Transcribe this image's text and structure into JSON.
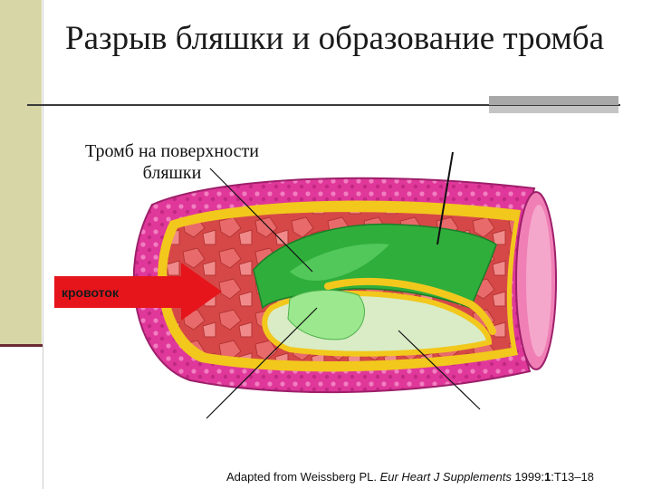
{
  "slide": {
    "title": "Разрыв бляшки и образование тромба",
    "label_thrombus": "Тромб на поверхности бляшки",
    "label_blood_flow": "кровоток",
    "faint_label_lumen": "",
    "faint_label_bottom_left": "",
    "faint_label_bottom_right": "",
    "citation": {
      "prefix": "Adapted from Weissberg PL. ",
      "journal": "Eur Heart J Supplements",
      "year": " 1999:",
      "volume": "1",
      "pages": ":T13–18"
    }
  },
  "colors": {
    "vessel_wall": "#e0389a",
    "inner_wall": "#a83a3a",
    "plaque_fill": "#d94b4b",
    "thrombus": "#2fae3c",
    "thrombus_light": "#9be88e",
    "fibrous_cap": "#f2c81c",
    "lipid_core": "#d9ecc6",
    "arrow": "#e5151b",
    "left_bar": "#d7d6a6"
  }
}
